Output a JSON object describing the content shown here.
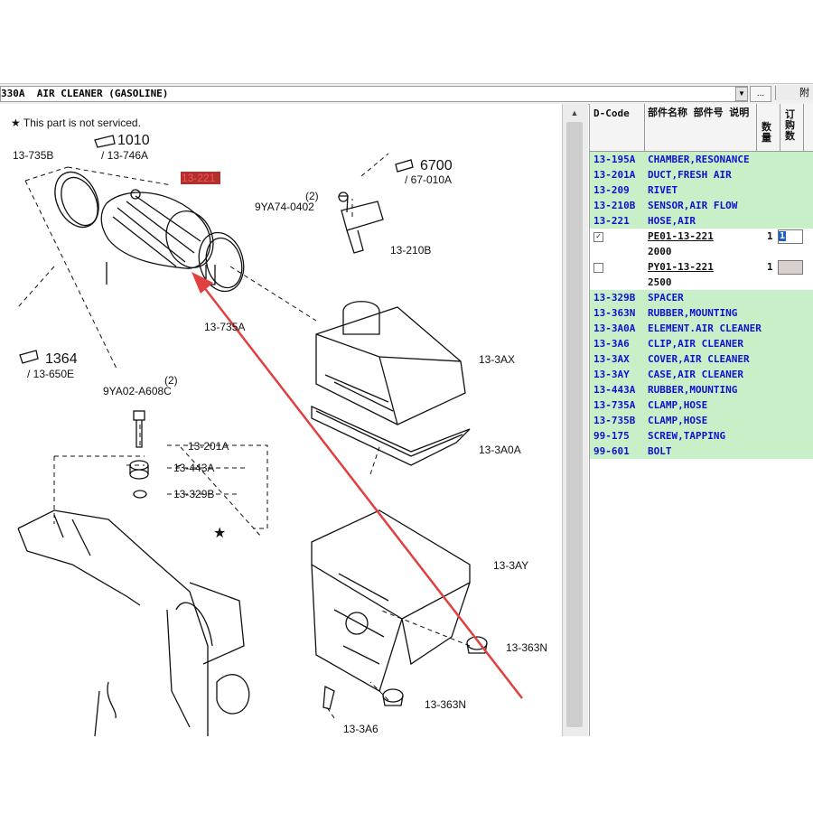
{
  "toolbar": {
    "title": "330A  AIR CLEANER (GASOLINE)",
    "dropdown_icon": "chevron-down-icon",
    "browse_label": "...",
    "attach_label": "附"
  },
  "diagram": {
    "note": "★ This part is not serviced.",
    "labels": {
      "r_1010": "1010",
      "r_13746a": "/ 13-746A",
      "r_13735b": "13-735B",
      "r_13221": "13-221",
      "r_6700": "6700",
      "r_67010a": "/ 67-010A",
      "r_2a": "(2)",
      "r_9ya74": "9YA74-0402",
      "r_13210b": "13-210B",
      "r_13735a": "13-735A",
      "r_1364": "1364",
      "r_13650e": "/ 13-650E",
      "r_2b": "(2)",
      "r_9ya02": "9YA02-A608C",
      "r_133ax": "13-3AX",
      "r_133a0a": "13-3A0A",
      "r_13201a": "13-201A",
      "r_13443a": "13-443A",
      "r_13329b": "13-329B",
      "r_star": "★",
      "r_133ay": "13-3AY",
      "r_13363n_a": "13-363N",
      "r_13363n_b": "13-363N",
      "r_133a6": "13-3A6"
    }
  },
  "table": {
    "headers": {
      "code": "D-Code",
      "name": "部件名称 部件号 说明",
      "qty": "数量",
      "order": "订购数"
    },
    "rows_a": [
      {
        "code": "13-195A",
        "name": "CHAMBER,RESONANCE"
      },
      {
        "code": "13-201A",
        "name": "DUCT,FRESH AIR"
      },
      {
        "code": "13-209",
        "name": "RIVET"
      },
      {
        "code": "13-210B",
        "name": "SENSOR,AIR FLOW"
      },
      {
        "code": "13-221",
        "name": "HOSE,AIR"
      }
    ],
    "subrows": [
      {
        "checked": "✓",
        "part_no": "PE01-13-221",
        "year": "2000",
        "qty": "1",
        "order": "1"
      },
      {
        "checked": "",
        "part_no": "PY01-13-221",
        "year": "2500",
        "qty": "1",
        "order": ""
      }
    ],
    "rows_b": [
      {
        "code": "13-329B",
        "name": "SPACER"
      },
      {
        "code": "13-363N",
        "name": "RUBBER,MOUNTING"
      },
      {
        "code": "13-3A0A",
        "name": "ELEMENT.AIR CLEANER"
      },
      {
        "code": "13-3A6",
        "name": "CLIP,AIR CLEANER"
      },
      {
        "code": "13-3AX",
        "name": "COVER,AIR CLEANER"
      },
      {
        "code": "13-3AY",
        "name": "CASE,AIR CLEANER"
      },
      {
        "code": "13-443A",
        "name": "RUBBER,MOUNTING"
      },
      {
        "code": "13-735A",
        "name": "CLAMP,HOSE"
      },
      {
        "code": "13-735B",
        "name": "CLAMP,HOSE"
      },
      {
        "code": "99-175",
        "name": "SCREW,TAPPING"
      },
      {
        "code": "99-601",
        "name": "BOLT"
      }
    ]
  },
  "colors": {
    "row_green": "#c8f0c8",
    "row_text": "#1010d0",
    "highlight_red": "#e02020",
    "arrow_red": "#e04040"
  }
}
